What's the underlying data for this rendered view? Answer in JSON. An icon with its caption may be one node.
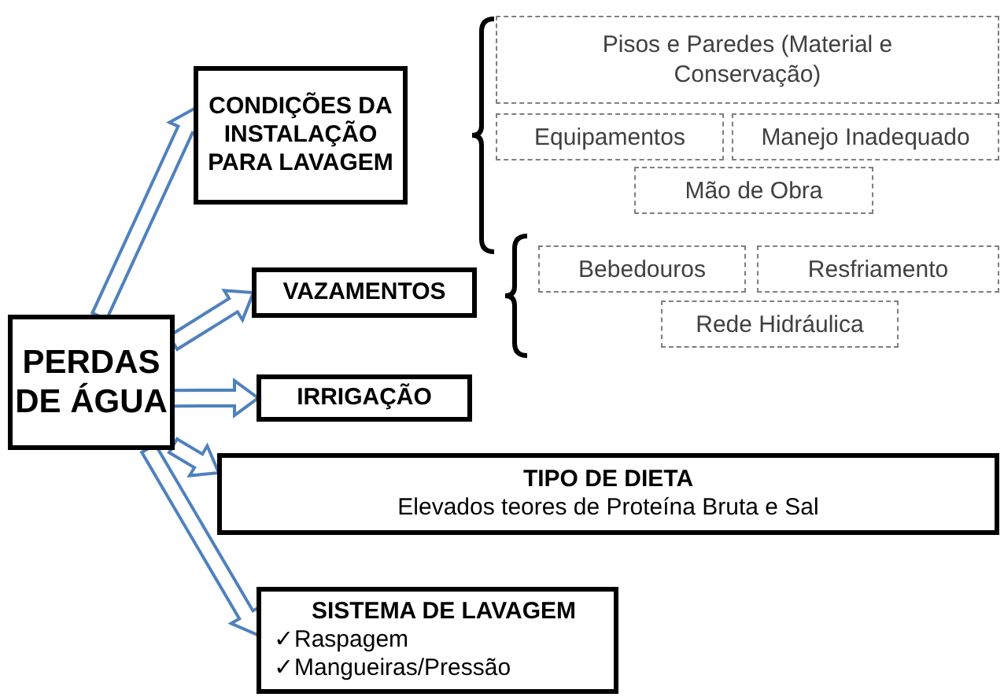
{
  "diagram": {
    "nodes": [
      {
        "text": [
          "PERDAS DE ÁGUA"
        ]
      },
      {
        "text": [
          "CONDIÇÕES DA INSTALAÇÃO PARA LAVAGEM"
        ]
      },
      {
        "text": [
          "VAZAMENTOS"
        ]
      },
      {
        "text": [
          "IRRIGAÇÃO"
        ]
      },
      {
        "text": [
          "TIPO DE DIETA",
          "Elevados teores de Proteína Bruta e Sal"
        ]
      },
      {
        "text": [
          "SISTEMA DE LAVAGEM",
          "✓Raspagem",
          "✓Mangueiras/Pressão"
        ]
      },
      {
        "text": [
          "Pisos e Paredes (Material e Conservação)"
        ]
      },
      {
        "text": [
          "Equipamentos"
        ]
      },
      {
        "text": [
          "Manejo Inadequado"
        ]
      },
      {
        "text": [
          "Mão de Obra"
        ]
      },
      {
        "text": [
          "Bebedouros"
        ]
      },
      {
        "text": [
          "Resfriamento"
        ]
      },
      {
        "text": [
          "Rede Hidráulica"
        ]
      }
    ],
    "edges": [
      {
        "from": 0,
        "to": 1,
        "arrow": "to"
      },
      {
        "from": 0,
        "to": 2,
        "arrow": "to"
      },
      {
        "from": 0,
        "to": 3,
        "arrow": "to"
      },
      {
        "from": 0,
        "to": 4,
        "arrow": "to"
      },
      {
        "from": 0,
        "to": 5,
        "arrow": "to"
      }
    ]
  }
}
